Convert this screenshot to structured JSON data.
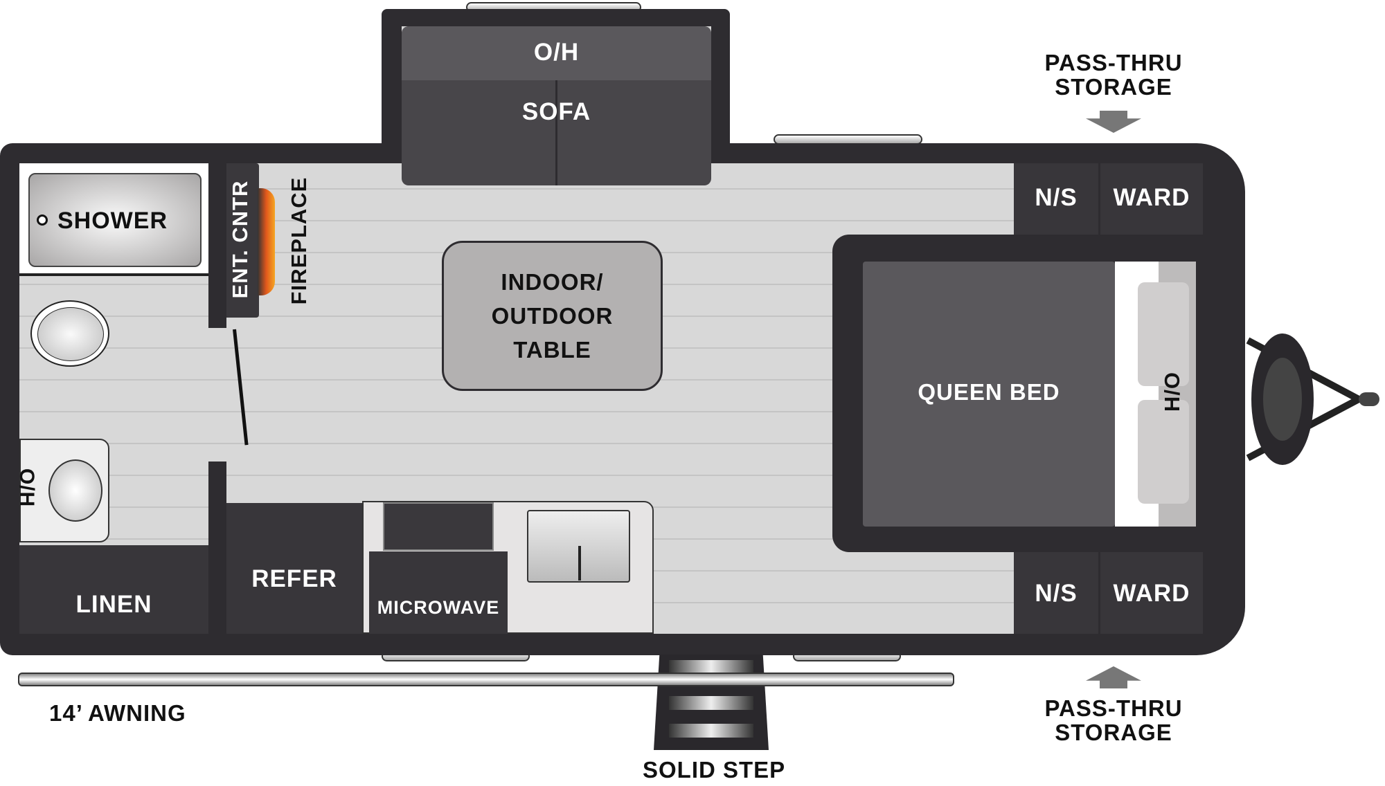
{
  "rooms": {
    "shower": "SHOWER",
    "ent_cntr": "ENT. CNTR",
    "fireplace": "FIREPLACE",
    "sofa_oh": "O/H",
    "sofa": "SOFA",
    "table_line1": "INDOOR/",
    "table_line2": "OUTDOOR",
    "table_line3": "TABLE",
    "bath_sink_oh": "O/H",
    "linen": "LINEN",
    "refer": "REFER",
    "microwave": "MICROWAVE",
    "queen_bed": "QUEEN BED",
    "bed_oh": "H/O",
    "ns_top": "N/S",
    "ward_top": "WARD",
    "ns_bottom": "N/S",
    "ward_bottom": "WARD"
  },
  "labels": {
    "pass_thru_top_1": "PASS-THRU",
    "pass_thru_top_2": "STORAGE",
    "pass_thru_bottom_1": "PASS-THRU",
    "pass_thru_bottom_2": "STORAGE",
    "awning": "14’ AWNING",
    "solid_step": "SOLID STEP"
  },
  "colors": {
    "wall": "#2e2c30",
    "cabinet": "#38363a",
    "floor": "#d8d8d8"
  }
}
